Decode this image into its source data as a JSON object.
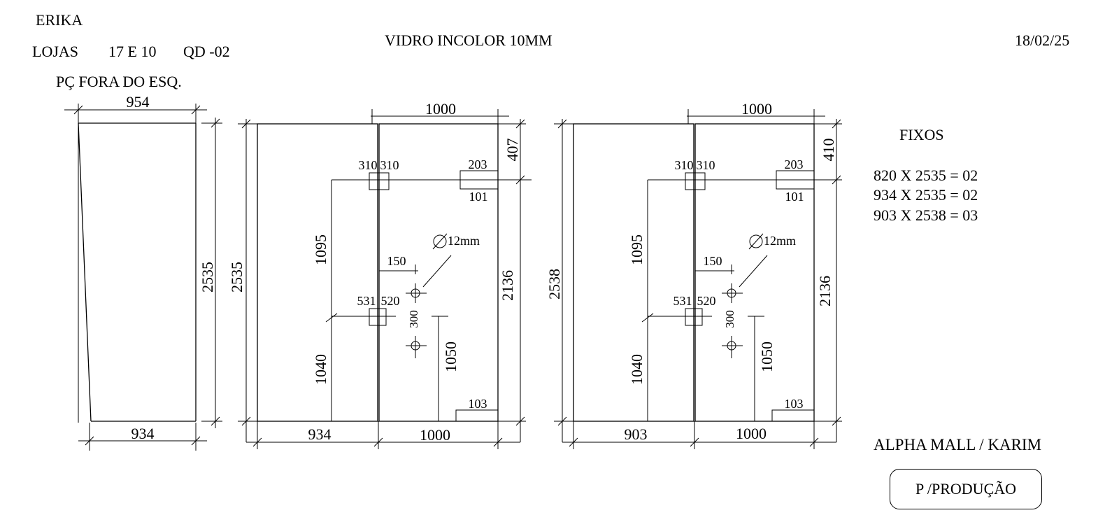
{
  "header": {
    "client": "ERIKA",
    "lojas_label": "LOJAS",
    "lojas_numbers": "17 E 10",
    "qd": "QD -02",
    "piece_note": "PÇ FORA DO ESQ.",
    "glass_spec": "VIDRO INCOLOR 10MM",
    "date": "18/02/25"
  },
  "panel_left": {
    "top_width": "954",
    "bottom_width": "934",
    "height": "2535"
  },
  "panel_mid": {
    "overall_height": "2535",
    "door_width": "1000",
    "fixed_width": "934",
    "door_bottom_width": "1000",
    "top_right_height": "407",
    "hinge_top_left": "310",
    "hinge_top_right": "310",
    "lock_top": "203",
    "lock_bottom": "101",
    "upper_height": "1095",
    "lower_height": "1040",
    "handle_offset": "150",
    "hole_dia": "12mm",
    "hole_spacing": "300",
    "hinge_bot_left": "531",
    "hinge_bot_right": "520",
    "handle_height": "1050",
    "door_height": "2136",
    "bottom_notch": "103"
  },
  "panel_right": {
    "overall_height": "2538",
    "door_width": "1000",
    "fixed_width": "903",
    "door_bottom_width": "1000",
    "top_right_height": "410",
    "hinge_top_left": "310",
    "hinge_top_right": "310",
    "lock_top": "203",
    "lock_bottom": "101",
    "upper_height": "1095",
    "lower_height": "1040",
    "handle_offset": "150",
    "hole_dia": "12mm",
    "hole_spacing": "300",
    "hinge_bot_left": "531",
    "hinge_bot_right": "520",
    "handle_height": "1050",
    "door_height": "2136",
    "bottom_notch": "103"
  },
  "fixos": {
    "title": "FIXOS",
    "items": [
      "820 X 2535 = 02",
      "934 X 2535 = 02",
      "903 X 2538 = 03"
    ]
  },
  "footer": {
    "project": "ALPHA MALL / KARIM",
    "stamp": "P /PRODUÇÃO"
  }
}
